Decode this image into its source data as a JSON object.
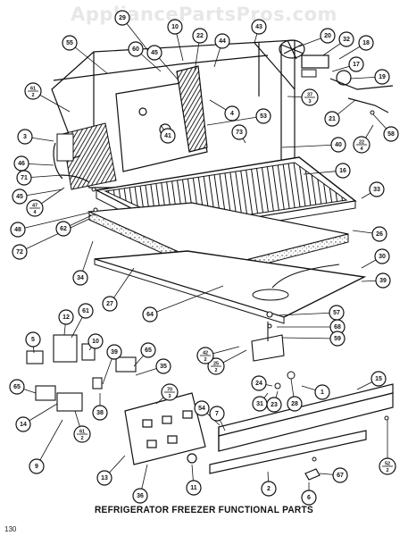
{
  "watermark": "AppliancePartsPros.com",
  "caption": "REFRIGERATOR FREEZER FUNCTIONAL PARTS",
  "page_number": "130",
  "callouts": [
    {
      "label": "55"
    },
    {
      "label": "29"
    },
    {
      "label": "10"
    },
    {
      "label": "22"
    },
    {
      "label": "44"
    },
    {
      "label": "43"
    },
    {
      "label": "20"
    },
    {
      "label": "32"
    },
    {
      "label": "18"
    },
    {
      "label": "60"
    },
    {
      "label": "45"
    },
    {
      "label": "17"
    },
    {
      "label": "19"
    },
    {
      "label": "4"
    },
    {
      "label": "53"
    },
    {
      "label": "21"
    },
    {
      "label": "58"
    },
    {
      "label": "41"
    },
    {
      "label": "73"
    },
    {
      "label": "40"
    },
    {
      "label": "3"
    },
    {
      "label": "46"
    },
    {
      "label": "71"
    },
    {
      "label": "16"
    },
    {
      "label": "45"
    },
    {
      "label": "33"
    },
    {
      "label": "48"
    },
    {
      "label": "62"
    },
    {
      "label": "72"
    },
    {
      "label": "26"
    },
    {
      "label": "34"
    },
    {
      "label": "30"
    },
    {
      "label": "27"
    },
    {
      "label": "39"
    },
    {
      "label": "64"
    },
    {
      "label": "57"
    },
    {
      "label": "68"
    },
    {
      "label": "59"
    },
    {
      "label": "5"
    },
    {
      "label": "12"
    },
    {
      "label": "61"
    },
    {
      "label": "10"
    },
    {
      "label": "39"
    },
    {
      "label": "65"
    },
    {
      "label": "35"
    },
    {
      "label": "15"
    },
    {
      "label": "65"
    },
    {
      "label": "14"
    },
    {
      "label": "38"
    },
    {
      "label": "9"
    },
    {
      "label": "24"
    },
    {
      "label": "1"
    },
    {
      "label": "31"
    },
    {
      "label": "23"
    },
    {
      "label": "28"
    },
    {
      "label": "54"
    },
    {
      "label": "7"
    },
    {
      "label": "13"
    },
    {
      "label": "36"
    },
    {
      "label": "11"
    },
    {
      "label": "2"
    },
    {
      "label": "67"
    },
    {
      "label": "6"
    }
  ],
  "fraction_callouts": [
    {
      "top": "61",
      "bottom": "2"
    },
    {
      "top": "37",
      "bottom": "3"
    },
    {
      "top": "47",
      "bottom": "4"
    },
    {
      "top": "22",
      "bottom": "4"
    },
    {
      "top": "70",
      "bottom": "3"
    },
    {
      "top": "25",
      "bottom": "2"
    },
    {
      "top": "61",
      "bottom": "2"
    },
    {
      "top": "52",
      "bottom": "2"
    },
    {
      "top": "42",
      "bottom": "2"
    }
  ]
}
